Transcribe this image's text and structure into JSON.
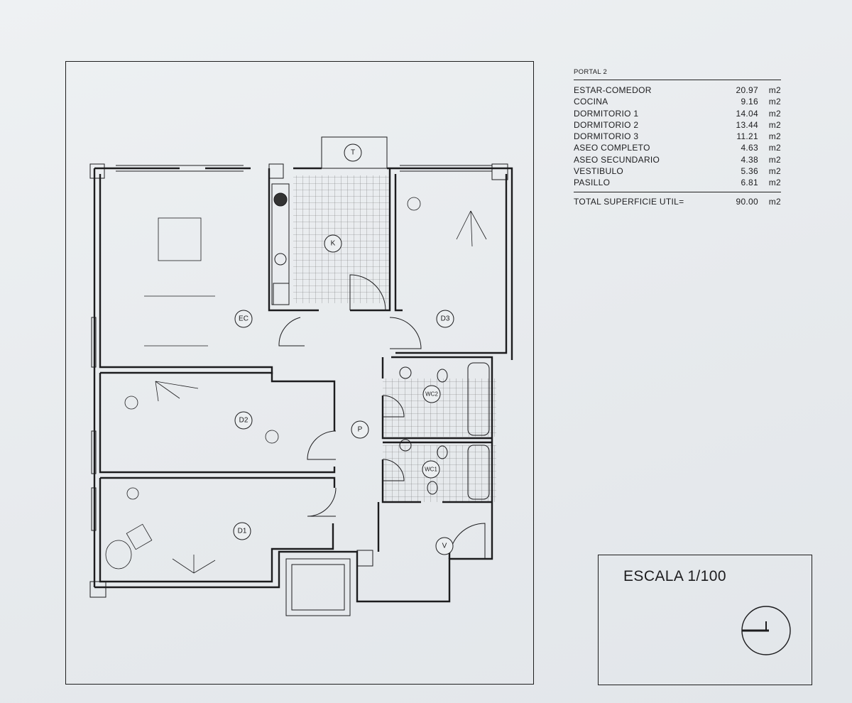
{
  "area_table": {
    "portal": "PORTAL 2",
    "rows": [
      {
        "name": "ESTAR-COMEDOR",
        "value": "20.97",
        "unit": "m2"
      },
      {
        "name": "COCINA",
        "value": "9.16",
        "unit": "m2"
      },
      {
        "name": "DORMITORIO 1",
        "value": "14.04",
        "unit": "m2"
      },
      {
        "name": "DORMITORIO 2",
        "value": "13.44",
        "unit": "m2"
      },
      {
        "name": "DORMITORIO 3",
        "value": "11.21",
        "unit": "m2"
      },
      {
        "name": "ASEO COMPLETO",
        "value": "4.63",
        "unit": "m2"
      },
      {
        "name": "ASEO SECUNDARIO",
        "value": "4.38",
        "unit": "m2"
      },
      {
        "name": "VESTIBULO",
        "value": "5.36",
        "unit": "m2"
      },
      {
        "name": "PASILLO",
        "value": "6.81",
        "unit": "m2"
      }
    ],
    "total": {
      "name": "TOTAL SUPERFICIE UTIL=",
      "value": "90.00",
      "unit": "m2"
    }
  },
  "scale": {
    "label": "ESCALA 1/100"
  },
  "plan": {
    "room_labels": {
      "terrace": "T",
      "kitchen": "K",
      "living": "EC",
      "bedroom3": "D3",
      "bathroom2": "WC2",
      "bedroom2": "D2",
      "hall": "P",
      "bathroom1": "WC1",
      "bedroom1": "D1",
      "vestibule": "V"
    }
  },
  "colors": {
    "ink": "#1c1c1e",
    "paper": "#e9ecef"
  }
}
